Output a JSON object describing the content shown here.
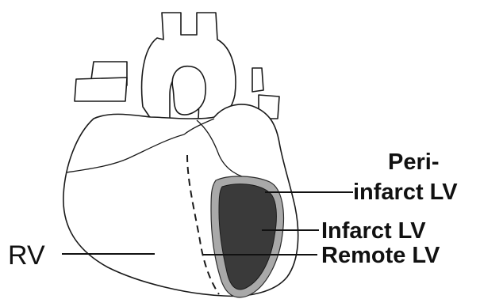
{
  "labels": {
    "peri_line1": "Peri-",
    "peri_line2": "infarct LV",
    "infarct": "Infarct LV",
    "rv": "RV",
    "remote": "Remote LV"
  },
  "colors": {
    "infarct_core": "#3a3a3a",
    "peri_infarct_rim": "#a9a9a9",
    "outline": "#1a1a1a"
  }
}
